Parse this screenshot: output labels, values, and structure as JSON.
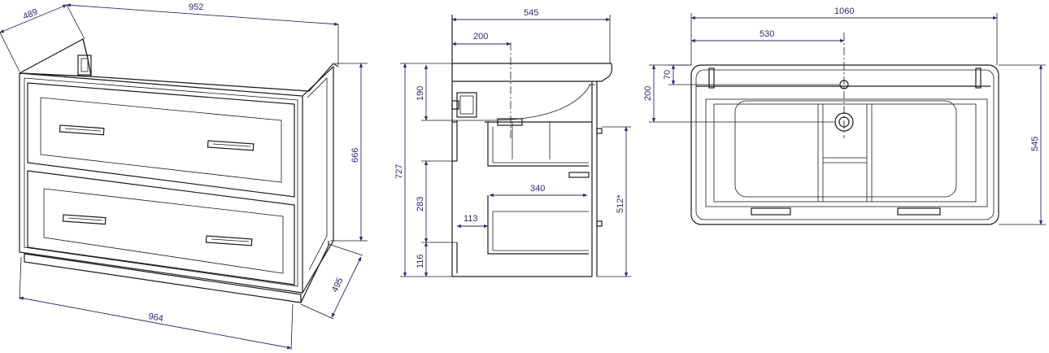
{
  "views": {
    "isometric": {
      "dims": {
        "depth_top": "489",
        "width_top": "952",
        "height_right": "666",
        "depth_bottom": "495",
        "width_bottom": "964"
      }
    },
    "side": {
      "dims": {
        "total_depth": "545",
        "siphon_offset": "200",
        "top_to_siphon": "190",
        "total_height": "727",
        "cut_height": "283",
        "plinth": "116",
        "drawer_inner": "340",
        "side_gap": "113",
        "front_height": "512*"
      }
    },
    "top": {
      "dims": {
        "overall_width": "1060",
        "center": "530",
        "tap_hole": "70",
        "drain": "200",
        "overall_depth": "545"
      }
    }
  },
  "colors": {
    "line": "#1a1a1a",
    "dimension": "#2b2b6f"
  }
}
